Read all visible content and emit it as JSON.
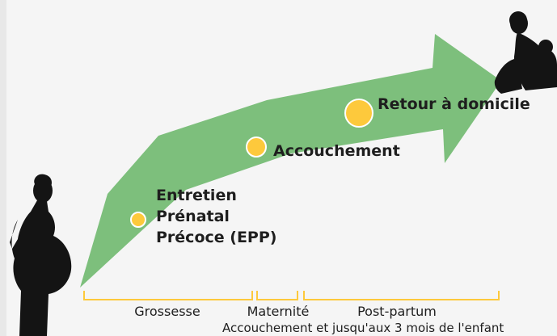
{
  "colors": {
    "background": "#f5f5f5",
    "arrow": "#7dbf7c",
    "milestone_dot": "#fdc93c",
    "milestone_dot_stroke": "#ffffff",
    "bracket": "#fdc93c",
    "silhouette": "#141414",
    "text": "#1e1e1e"
  },
  "icons": {
    "pregnant_woman": "pregnant-woman-silhouette-icon",
    "mother_baby": "mother-with-baby-silhouette-icon"
  },
  "milestones": [
    {
      "lines": [
        "Entretien",
        "Prénatal",
        "Précoce (EPP)"
      ]
    },
    {
      "lines": [
        "Accouchement"
      ]
    },
    {
      "lines": [
        "Retour à domicile"
      ]
    }
  ],
  "phases": {
    "grossesse": "Grossesse",
    "maternite": "Maternité",
    "post_partum": "Post-partum",
    "post_partum_detail": "Accouchement et jusqu'aux 3 mois de l'enfant"
  }
}
